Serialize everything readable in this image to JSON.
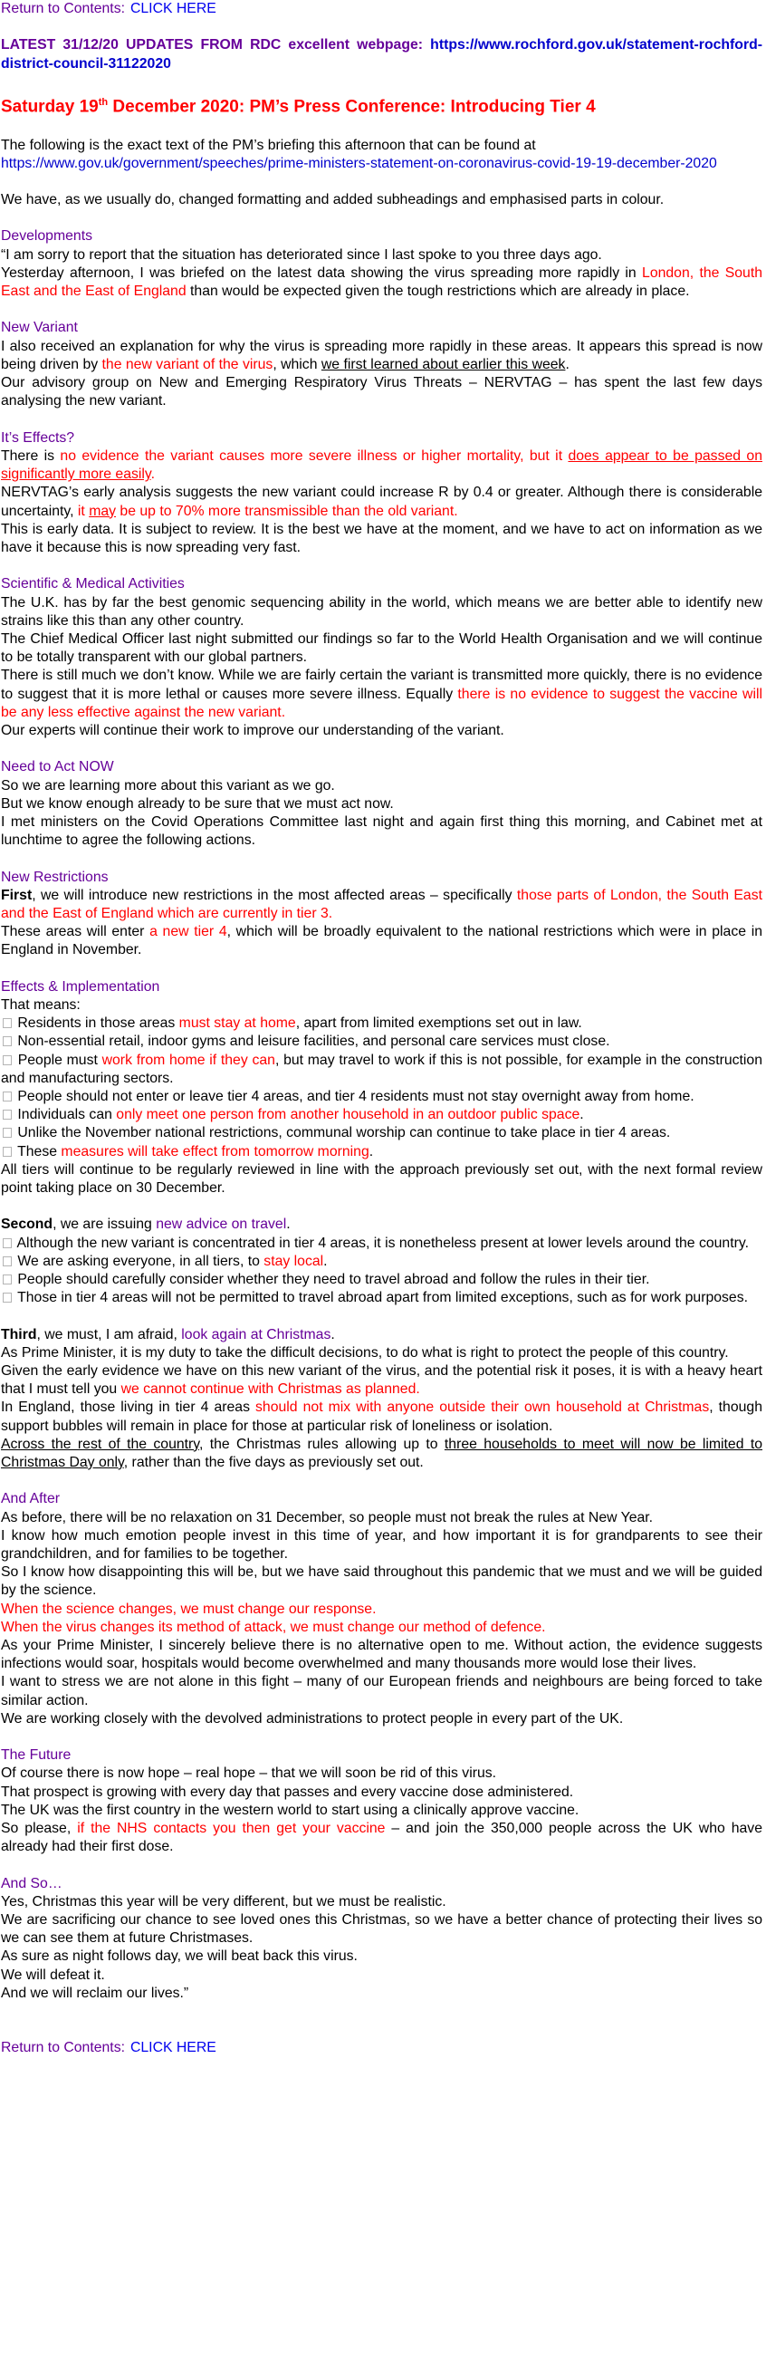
{
  "nav": {
    "label": "Return to Contents:",
    "link": "CLICK HERE"
  },
  "latest": {
    "label": "LATEST 31/12/20 UPDATES FROM RDC excellent webpage:",
    "url": "https://www.rochford.gov.uk/statement-rochford-district-council-31122020"
  },
  "date_title": {
    "weekday": "Saturday 19",
    "suffix": "th",
    "rest": " December 2020: PM’s Press Conference: Introducing Tier 4"
  },
  "intro": {
    "text": "The following is the exact text of the PM’s briefing this afternoon that can be found at",
    "url": "https://www.gov.uk/government/speeches/prime-ministers-statement-on-coronavirus-covid-19-19-december-2020",
    "note": "We have, as we usually do, changed formatting and added subheadings and emphasised parts in colour."
  },
  "s1": {
    "heading": "Developments",
    "p1": "“I am sorry to report that the situation has deteriorated since I last spoke to you three days ago.",
    "p2a": "Yesterday afternoon, I was briefed on the latest data showing the virus spreading more rapidly in ",
    "p2b": "London, the South East and the East of England",
    "p2c": " than would be expected given the tough restrictions which are already in place."
  },
  "s2": {
    "heading": "New Variant",
    "p1a": "I also received an explanation for why the virus is spreading more rapidly in these areas. It appears this spread is now being driven by ",
    "p1b": "the new variant of the virus",
    "p1c": ", which ",
    "p1d": "we first learned about earlier this week",
    "p1e": ".",
    "p2": "Our advisory group on New and Emerging Respiratory Virus Threats – NERVTAG – has spent the last few days analysing the new variant."
  },
  "s3": {
    "heading": "It’s Effects?",
    "p1a": "There is ",
    "p1b": "no evidence the variant causes more severe illness or higher mortality, but it ",
    "p1c": "does appear to be passed on significantly more easily",
    "p1d": ".",
    "p2a": "NERVTAG’s early analysis suggests the new variant could increase R by 0.4 or greater. Although there is considerable uncertainty, ",
    "p2b": "it ",
    "p2c": "may",
    "p2d": " be up to 70% more transmissible than the old variant.",
    "p3": "This is early data. It is subject to review. It is the best we have at the moment, and we have to act on information as we have it because this is now spreading very fast."
  },
  "s4": {
    "heading": "Scientific & Medical Activities",
    "p1": "The U.K. has by far the best genomic sequencing ability in the world, which means we are better able to identify new strains like this than any other country.",
    "p2": "The Chief Medical Officer last night submitted our findings so far to the World Health Organisation and we will continue to be totally transparent with our global partners.",
    "p3a": "There is still much we don’t know. While we are fairly certain the variant is transmitted more quickly, there is no evidence to suggest that it is more lethal or causes more severe illness. Equally ",
    "p3b": "there is no evidence to suggest the vaccine will be any less effective against the new variant.",
    "p4": "Our experts will continue their work to improve our understanding of the variant."
  },
  "s5": {
    "heading": "Need to Act NOW",
    "p1": "So we are learning more about this variant as we go.",
    "p2": "But we know enough already to be sure that we must act now.",
    "p3": "I met ministers on the Covid Operations Committee last night and again first thing this morning, and Cabinet met at lunchtime to agree the following actions."
  },
  "s6": {
    "heading": "New Restrictions",
    "p1a": "First",
    "p1b": ", we will introduce new restrictions in the most affected areas – specifically ",
    "p1c": "those parts of London, the South East and the East of England which are currently in tier 3.",
    "p2a": "These areas will enter ",
    "p2b": "a new tier 4",
    "p2c": ", which will be broadly equivalent to the national restrictions which were in place in England in November."
  },
  "s7": {
    "heading": "Effects & Implementation",
    "intro": "That means:",
    "b1a": " Residents in those areas ",
    "b1b": "must stay at home",
    "b1c": ", apart from limited exemptions set out in law.",
    "b2": " Non-essential retail, indoor gyms and leisure facilities, and personal care services must close.",
    "b3a": " People must ",
    "b3b": "work from home if they can",
    "b3c": ", but may travel to work if this is not possible, for example in the construction and manufacturing sectors.",
    "b4": " People should not enter or leave tier 4 areas, and tier 4 residents must not stay overnight away from home.",
    "b5a": " Individuals can ",
    "b5b": "only meet one person from another household in an outdoor public space",
    "b5c": ".",
    "b6": " Unlike the November national restrictions, communal worship can continue to take place in tier 4 areas.",
    "b7a": " These ",
    "b7b": "measures will take effect from tomorrow morning",
    "b7c": ".",
    "p_end": "All tiers will continue to be regularly reviewed in line with the approach previously set out, with the next formal review point taking place on 30 December."
  },
  "s8": {
    "p1a": "Second",
    "p1b": ", we are issuing ",
    "p1c": "new advice on travel",
    "p1d": ".",
    "b1": " Although the new variant is concentrated in tier 4 areas, it is nonetheless present at lower levels around the country.",
    "b2a": " We are asking everyone, in all tiers, to ",
    "b2b": "stay local",
    "b2c": ".",
    "b3": " People should carefully consider whether they need to travel abroad and follow the rules in their tier.",
    "b4": " Those in tier 4 areas will not be permitted to travel abroad apart from limited exceptions, such as for work purposes."
  },
  "s9": {
    "p1a": "Third",
    "p1b": ", we must, I am afraid, ",
    "p1c": "look again at Christmas",
    "p1d": ".",
    "p2": "As Prime Minister, it is my duty to take the difficult decisions, to do what is right to protect the people of this country.",
    "p3a": "Given the early evidence we have on this new variant of the virus, and the potential risk it poses, it is with a heavy heart that I must tell you ",
    "p3b": "we cannot continue with Christmas as planned.",
    "p4a": "In England, those living in tier 4 areas ",
    "p4b": "should not mix with anyone outside their own household at Christmas",
    "p4c": ", though support bubbles will remain in place for those at particular risk of loneliness or isolation.",
    "p5a": "Across the rest of the country",
    "p5b": ", the Christmas rules allowing up to ",
    "p5c": "three households to meet will now be limited to Christmas Day only",
    "p5d": ", rather than the five days as previously set out."
  },
  "s10": {
    "heading": "And After",
    "p1": "As before, there will be no relaxation on 31 December, so people must not break the rules at New Year.",
    "p2": "I know how much emotion people invest in this time of year, and how important it is for grandparents to see their grandchildren, and for families to be together.",
    "p3": "So I know how disappointing this will be, but we have said throughout this pandemic that we must and we will be guided by the science.",
    "p4": "When the science changes, we must change our response.",
    "p5": "When the virus changes its method of attack, we must change our method of defence.",
    "p6": "As your Prime Minister, I sincerely believe there is no alternative open to me. Without action, the evidence suggests infections would soar, hospitals would become overwhelmed and many thousands more would lose their lives.",
    "p7": "I want to stress we are not alone in this fight – many of our European friends and neighbours are being forced to take similar action.",
    "p8": "We are working closely with the devolved administrations to protect people in every part of the UK."
  },
  "s11": {
    "heading": "The Future",
    "p1": "Of course there is now hope – real hope – that we will soon be rid of this virus.",
    "p2": "That prospect is growing with every day that passes and every vaccine dose administered.",
    "p3": "The UK was the first country in the western world to start using a clinically approve vaccine.",
    "p4a": "So please, ",
    "p4b": "if the NHS contacts you then get your vaccine",
    "p4c": " – and join the 350,000 people across the UK who have already had their first dose."
  },
  "s12": {
    "heading": "And So…",
    "p1": "Yes, Christmas this year will be very different, but we must be realistic.",
    "p2": "We are sacrificing our chance to see loved ones this Christmas, so we have a better chance of protecting their lives so we can see them at future Christmases.",
    "p3": "As sure as night follows day, we will beat back this virus.",
    "p4": "We will defeat it.",
    "p5": "And we will reclaim our lives.”"
  }
}
